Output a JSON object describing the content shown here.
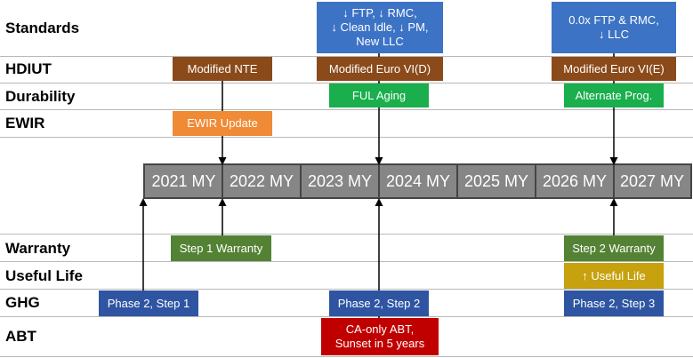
{
  "rows": {
    "standards": "Standards",
    "hdiut": "HDIUT",
    "durability": "Durability",
    "ewir": "EWIR",
    "warranty": "Warranty",
    "useful_life": "Useful Life",
    "ghg": "GHG",
    "abt": "ABT"
  },
  "timeline": {
    "years": [
      "2021 MY",
      "2022 MY",
      "2023 MY",
      "2024 MY",
      "2025 MY",
      "2026 MY",
      "2027 MY"
    ]
  },
  "standards": {
    "box_2024": [
      "↓ FTP, ↓ RMC,",
      "↓ Clean Idle, ↓ PM,",
      "New LLC"
    ],
    "box_2027": [
      "0.0x FTP & RMC,",
      "↓ LLC"
    ]
  },
  "hdiut": {
    "box_2022": "Modified NTE",
    "box_2024": "Modified Euro VI(D)",
    "box_2027": "Modified Euro VI(E)"
  },
  "durability": {
    "box_2024": "FUL Aging",
    "box_2027": "Alternate Prog."
  },
  "ewir": {
    "box_2022": "EWIR Update"
  },
  "warranty": {
    "box_2022": "Step 1 Warranty",
    "box_2027": "Step 2 Warranty"
  },
  "useful_life": {
    "box_2027": "↑ Useful Life"
  },
  "ghg": {
    "box_2021": "Phase 2, Step 1",
    "box_2024": "Phase 2, Step 2",
    "box_2027": "Phase 2, Step 3"
  },
  "abt": {
    "box_2024": [
      "CA-only ABT,",
      "Sunset in 5 years"
    ]
  },
  "colors": {
    "standards": "#3d73c5",
    "hdiut": "#8a4a1a",
    "durability": "#1aae4d",
    "ewir": "#f08a35",
    "warranty": "#548235",
    "useful_life": "#c7a10e",
    "ghg": "#2f55a2",
    "abt": "#c00000",
    "timeline": "#868686"
  }
}
